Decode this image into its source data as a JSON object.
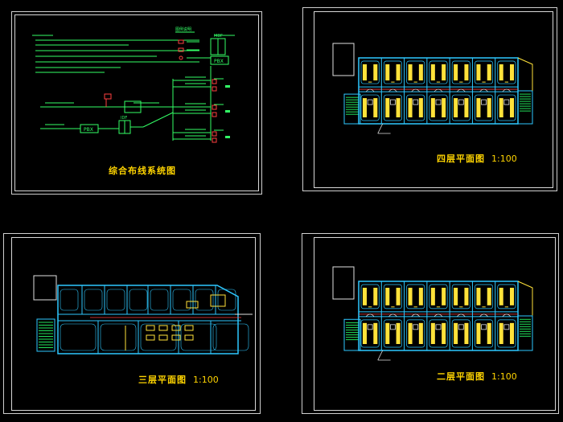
{
  "colors": {
    "background": "#000000",
    "frame": "#d0d0d0",
    "wall": "#2ec8ff",
    "fixture": "#ffe23a",
    "wire_green": "#22e05a",
    "wire_red": "#ff4040",
    "text_yellow": "#ffd400",
    "text_green": "#33ff66",
    "door": "#e0e0e0"
  },
  "sheets": {
    "system": {
      "title": "综合布线系统图",
      "legend_title": "图例说明",
      "box_pbx_right": "PBX",
      "box_pbx_left": "PBX",
      "box_mdf": "MDF",
      "box_idf": "IDF"
    },
    "floor4": {
      "title": "四层平面图",
      "scale": "1:100"
    },
    "floor3": {
      "title": "三层平面图",
      "scale": "1:100"
    },
    "floor2": {
      "title": "二层平面图",
      "scale": "1:100"
    }
  }
}
